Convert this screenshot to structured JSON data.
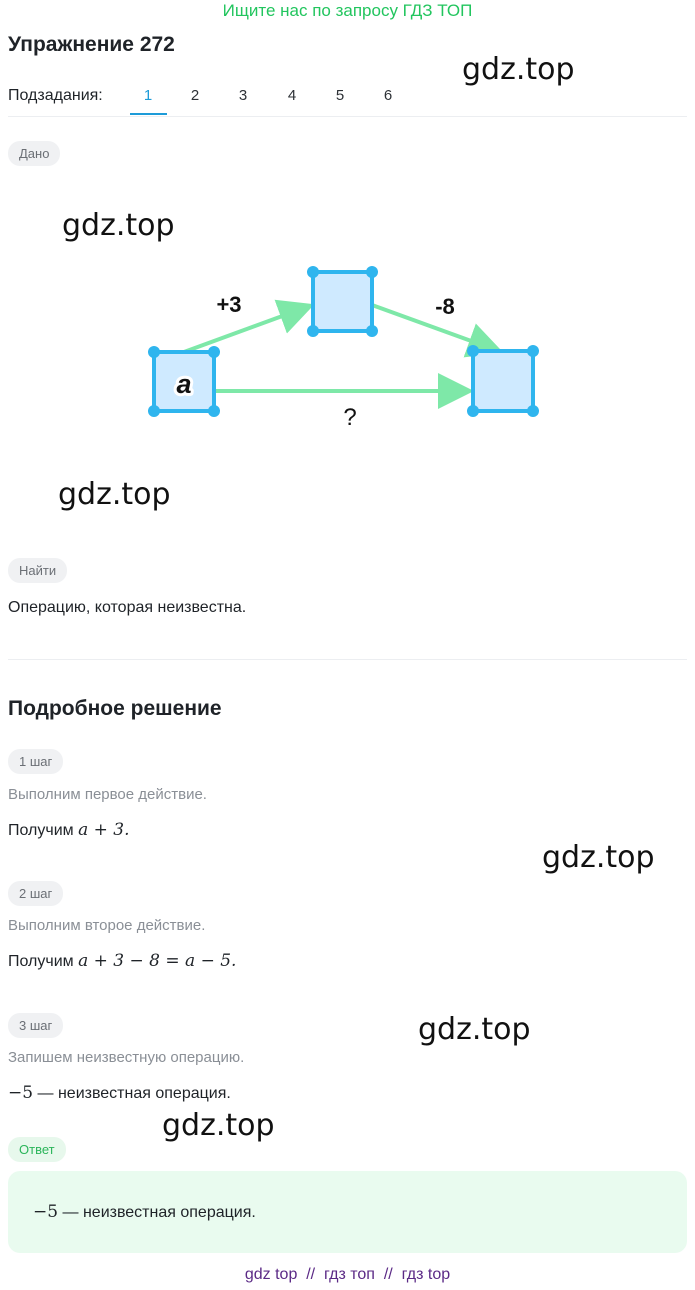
{
  "banner": "Ищите нас по запросу ГДЗ ТОП",
  "title": "Упражнение 272",
  "subtasks": {
    "label": "Подзадания:",
    "items": [
      "1",
      "2",
      "3",
      "4",
      "5",
      "6"
    ],
    "active": "1"
  },
  "watermark": "gdz.top",
  "given": {
    "chip": "Дано",
    "diagram": {
      "start_label": "a",
      "op1": "+3",
      "op2": "-8",
      "unknown": "?",
      "square_fill": "#cfeaff",
      "square_stroke": "#2fb5ee",
      "arrow_color": "#7ee8a8"
    }
  },
  "find": {
    "chip": "Найти",
    "text": "Операцию, которая неизвестна."
  },
  "solution": {
    "heading": "Подробное решение",
    "steps": [
      {
        "chip": "1 шаг",
        "note": "Выполним первое действие.",
        "prefix": "Получим",
        "math": "a + 3."
      },
      {
        "chip": "2 шаг",
        "note": "Выполним второе действие.",
        "prefix": "Получим",
        "math": "a + 3 − 8 = a − 5."
      },
      {
        "chip": "3 шаг",
        "note": "Запишем неизвестную операцию.",
        "math": "−5",
        "suffix": " — неизвестная операция."
      }
    ]
  },
  "answer": {
    "chip": "Ответ",
    "math": "−5",
    "text": " — неизвестная операция."
  },
  "footer": {
    "link1": "gdz top",
    "sep": "//",
    "link2": "гдз топ",
    "link3": "гдз top"
  }
}
